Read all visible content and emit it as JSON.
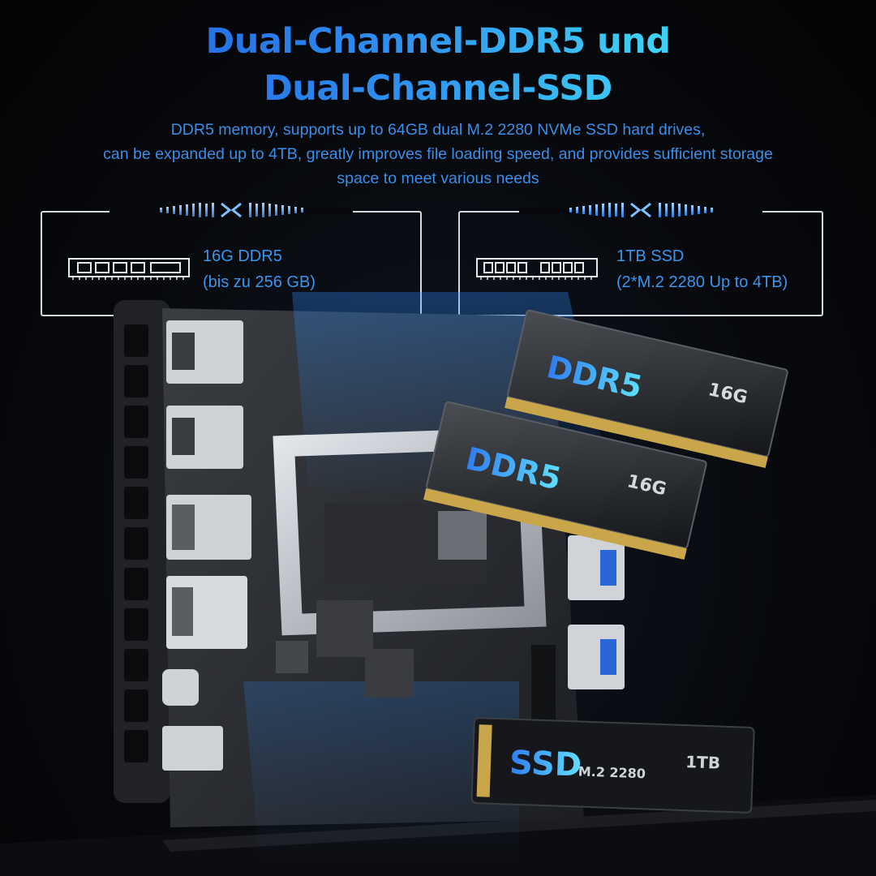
{
  "headline": {
    "line1": "Dual-Channel-DDR5 und",
    "line2": "Dual-Channel-SSD"
  },
  "subtext": {
    "line1": "DDR5 memory, supports up to 64GB dual M.2 2280 NVMe SSD hard drives,",
    "line2": "can be expanded up to 4TB, greatly improves file loading speed, and provides sufficient storage",
    "line3": "space to meet various needs"
  },
  "spec_ram": {
    "icon": "ram-chip-icon",
    "line1": "16G DDR5",
    "line2": "(bis zu 256 GB)"
  },
  "spec_ssd": {
    "icon": "ssd-chip-icon",
    "line1": "1TB SSD",
    "line2": "(2*M.2 2280 Up to 4TB)"
  },
  "modules": {
    "ram1": {
      "brand": "DDR5",
      "capacity": "16G"
    },
    "ram2": {
      "brand": "DDR5",
      "capacity": "16G"
    },
    "ssd": {
      "brand": "SSD",
      "form": "M.2 2280",
      "capacity": "1TB"
    }
  },
  "colors": {
    "accent_blue": "#2c7fe6",
    "accent_cyan": "#3fd2f5",
    "frame": "#d4d9e0"
  }
}
